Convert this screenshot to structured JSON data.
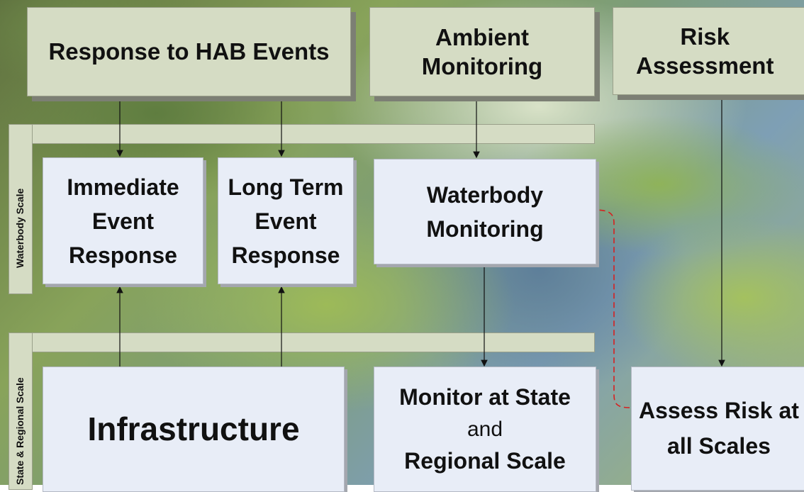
{
  "headers": {
    "response": "Response to HAB Events",
    "ambient_line1": "Ambient",
    "ambient_line2": "Monitoring",
    "risk_line1": "Risk",
    "risk_line2": "Assessment"
  },
  "scales": {
    "waterbody": "Waterbody Scale",
    "state_regional": "State & Regional Scale"
  },
  "boxes": {
    "immediate": [
      "Immediate",
      "Event",
      "Response"
    ],
    "long_term": [
      "Long Term",
      "Event",
      "Response"
    ],
    "waterbody_monitoring": [
      "Waterbody",
      "Monitoring"
    ],
    "infrastructure": "Infrastructure",
    "monitor_state": [
      "Monitor at State",
      "and",
      "Regional Scale"
    ],
    "assess_risk": [
      "Assess Risk at",
      "all Scales"
    ]
  },
  "colors": {
    "header_fill": "#d5dcc4",
    "box_fill": "#e8edf7",
    "dashed_arrow": "#d62020"
  }
}
